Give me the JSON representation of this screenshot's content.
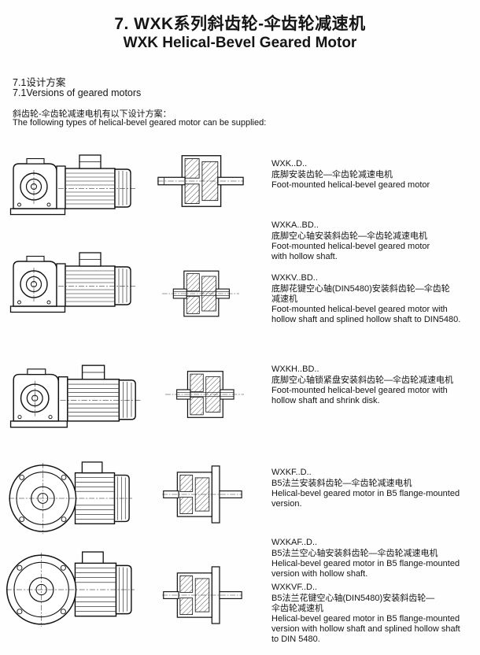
{
  "page": {
    "title_zh": "7. WXK系列斜齿轮-伞齿轮减速机",
    "title_en": "WXK Helical-Bevel Geared Motor",
    "section_zh": "7.1设计方案",
    "section_en": "7.1Versions of geared motors",
    "intro_zh": "斜齿轮-伞齿轮减速电机有以下设计方案：",
    "intro_en": "The following types of helical-bevel geared motor can be supplied:"
  },
  "variants": [
    {
      "model": "WXK..D..",
      "desc_zh": "底脚安装齿轮—伞齿轮减速电机",
      "desc_en": "Foot-mounted helical-bevel geared motor"
    },
    {
      "model": "WXKA..BD..",
      "desc_zh": "底脚空心轴安装斜齿轮—伞齿轮减速电机",
      "desc_en": "Foot-mounted helical-bevel geared motor\nwith hollow shaft."
    },
    {
      "model": "WXKV..BD..",
      "desc_zh": "底脚花键空心轴(DIN5480)安装斜齿轮—伞齿轮\n减速机",
      "desc_en": "Foot-mounted helical-bevel geared motor with\nhollow shaft and splined hollow shaft to DIN5480."
    },
    {
      "model": "WXKH..BD..",
      "desc_zh": "底脚空心轴锁紧盘安装斜齿轮—伞齿轮减速电机",
      "desc_en": "Foot-mounted helical-bevel geared motor with\nhollow shaft and shrink disk."
    },
    {
      "model": "WXKF..D..",
      "desc_zh": "B5法兰安装斜齿轮—伞齿轮减速电机",
      "desc_en": "Helical-bevel geared motor in B5 flange-mounted\nversion."
    },
    {
      "model": "WXKAF..D..",
      "desc_zh": "B5法兰空心轴安装斜齿轮—伞齿轮减速电机",
      "desc_en": "Helical-bevel geared motor in B5 flange-mounted\nversion with hollow shaft."
    },
    {
      "model": "WXKVF..D..",
      "desc_zh": "B5法兰花键空心轴(DIN5480)安装斜齿轮—\n伞齿轮减速机",
      "desc_en": "Helical-bevel geared motor in B5 flange-mounted\nversion with hollow shaft and splined hollow shaft\nto DIN 5480."
    }
  ]
}
